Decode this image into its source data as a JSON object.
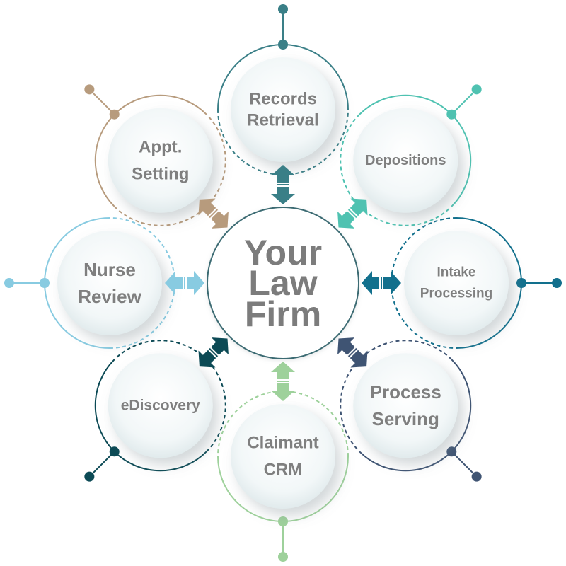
{
  "center": {
    "lines": [
      "Your",
      "Law",
      "Firm"
    ]
  },
  "services": [
    {
      "id": "records-retrieval",
      "lines": [
        "Records",
        "Retrieval"
      ],
      "color": "#3a7f87"
    },
    {
      "id": "depositions",
      "lines": [
        "Depositions"
      ],
      "color": "#4fc2b1"
    },
    {
      "id": "intake-processing",
      "lines": [
        "Intake",
        "Processing"
      ],
      "color": "#12708d"
    },
    {
      "id": "process-serving",
      "lines": [
        "Process",
        "Serving"
      ],
      "color": "#3f5473"
    },
    {
      "id": "claimant-crm",
      "lines": [
        "Claimant",
        "CRM"
      ],
      "color": "#9ed19b"
    },
    {
      "id": "ediscovery",
      "lines": [
        "eDiscovery"
      ],
      "color": "#0c4a55"
    },
    {
      "id": "nurse-review",
      "lines": [
        "Nurse",
        "Review"
      ],
      "color": "#88cbe1"
    },
    {
      "id": "appt-setting",
      "lines": [
        "Appt.",
        "Setting"
      ],
      "color": "#b79b7d"
    }
  ],
  "icons": {
    "hub": "hub-circle-icon",
    "connector": "double-headed-arrow-icon",
    "pin": "connector-pin-icon"
  }
}
